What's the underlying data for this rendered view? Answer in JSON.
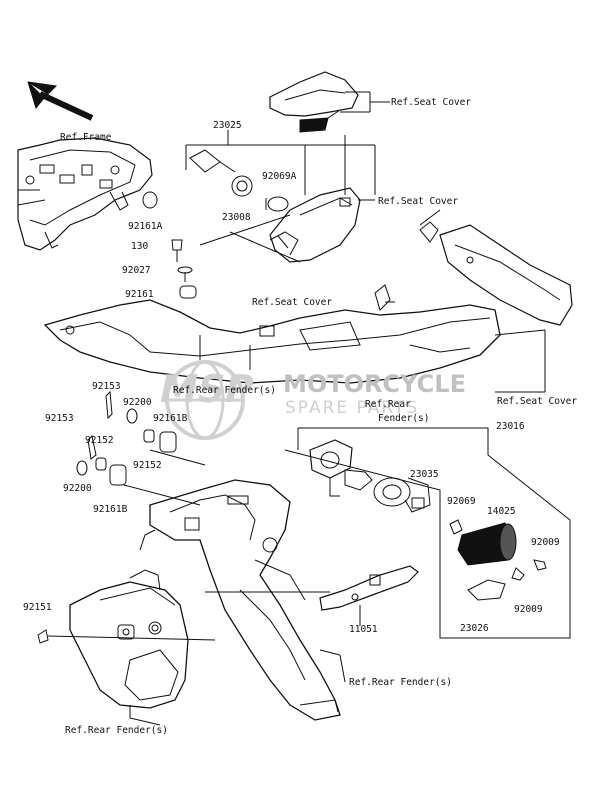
{
  "labels": {
    "ref_seat_cover_1": "Ref.Seat Cover",
    "ref_frame": "Ref.Frame",
    "p23025": "23025",
    "p92069A": "92069A",
    "p23008": "23008",
    "p92161A": "92161A",
    "p130": "130",
    "p92027": "92027",
    "p92161": "92161",
    "ref_seat_cover_2": "Ref.Seat Cover",
    "ref_seat_cover_3": "Ref.Seat Cover",
    "ref_rear_fender_1": "Ref.Rear Fender(s)",
    "ref_rear_fender_2_line1": "Ref.Rear",
    "ref_rear_fender_2_line2": "Fender(s)",
    "ref_seat_cover_4": "Ref.Seat Cover",
    "p92153_a": "92153",
    "p92200_a": "92200",
    "p92161B_a": "92161B",
    "p92153_b": "92153",
    "p92152_a": "92152",
    "p92152_b": "92152",
    "p92200_b": "92200",
    "p92161B_b": "92161B",
    "p23016": "23016",
    "p23035": "23035",
    "p92069": "92069",
    "p14025": "14025",
    "p92009_a": "92009",
    "p92009_b": "92009",
    "p23026": "23026",
    "p11051": "11051",
    "p92151": "92151",
    "ref_rear_fender_3": "Ref.Rear Fender(s)",
    "ref_rear_fender_4": "Ref.Rear Fender(s)"
  },
  "watermark": {
    "logo": "MSP",
    "line1": "MOTORCYCLE",
    "line2": "SPARE PARTS"
  },
  "colors": {
    "line": "#111111",
    "watermark": "#c8c8c8"
  }
}
